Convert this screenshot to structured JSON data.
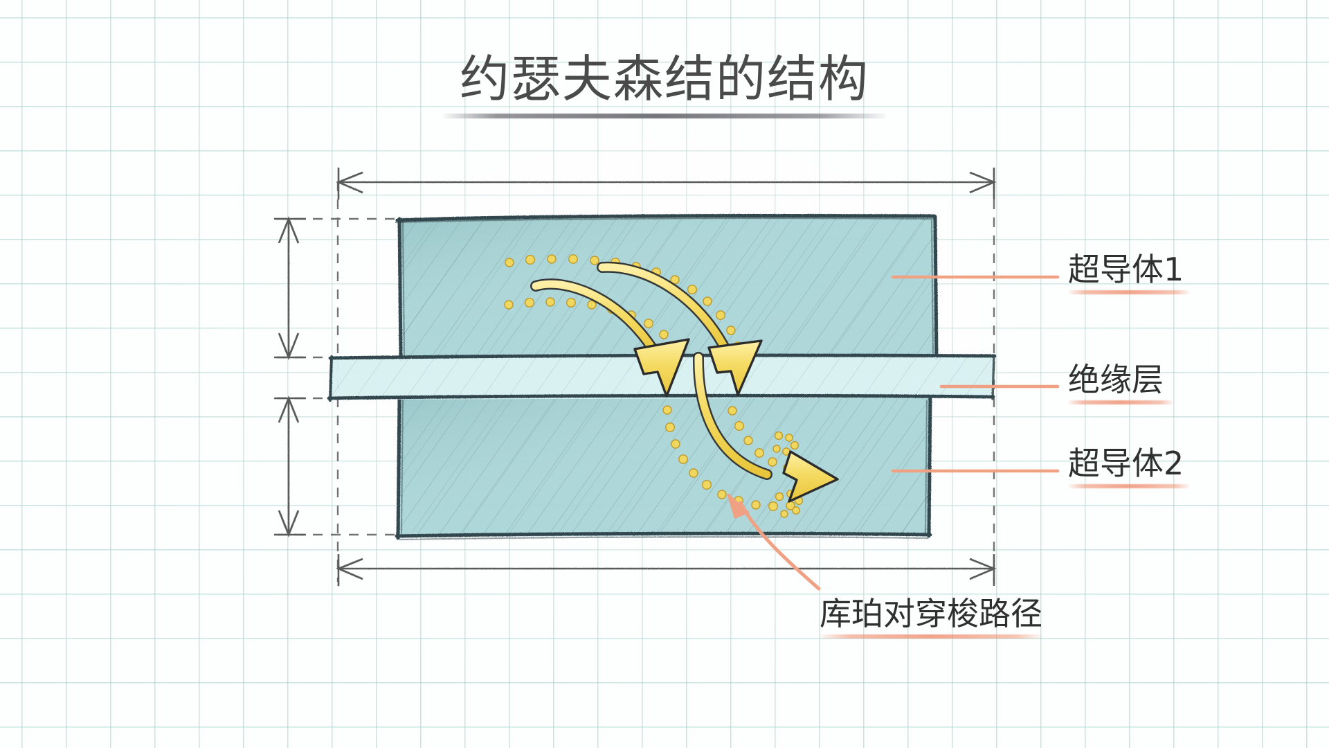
{
  "page": {
    "title": "约瑟夫森结的结构",
    "background_style": "graph-paper",
    "grid_color": "#a0cec4",
    "paper_color": "#fdfefe"
  },
  "palette": {
    "sketch_ink": "#3c4a4e",
    "superconductor_fill": "#a8d4d6",
    "insulator_fill": "#d4eef0",
    "cooper_pair_gold": "#f0d24b",
    "cooper_pair_gold_dark": "#c9a227",
    "callout_orange": "#f0a183",
    "title_gray": "#4a4a4a",
    "dimension_gray": "#5a5a5a"
  },
  "diagram": {
    "type": "technical-sketch",
    "subject": "Josephson junction cross-section",
    "layers": [
      {
        "id": "superconductor-1",
        "label": "超导体1",
        "role": "upper superconducting electrode",
        "fill": "#a8d4d6",
        "hatched": true
      },
      {
        "id": "insulator",
        "label": "绝缘层",
        "role": "thin insulating barrier",
        "fill": "#d4eef0",
        "hatched": true
      },
      {
        "id": "superconductor-2",
        "label": "超导体2",
        "role": "lower superconducting electrode",
        "fill": "#a8d4d6",
        "hatched": true
      }
    ],
    "annotations": [
      {
        "id": "cooper-pair-path",
        "label": "库珀对穿梭路径",
        "role": "Cooper pair tunnelling path",
        "arrow_color": "#f0a183"
      }
    ],
    "dimension_lines": [
      {
        "id": "overall-width-top",
        "orientation": "horizontal",
        "value": ""
      },
      {
        "id": "overall-width-bottom",
        "orientation": "horizontal",
        "value": ""
      },
      {
        "id": "sc1-thickness",
        "orientation": "vertical",
        "value": ""
      },
      {
        "id": "sc2-thickness",
        "orientation": "vertical",
        "value": ""
      }
    ],
    "flow_arrows": [
      {
        "id": "tunnel-arrow-a",
        "direction": "down-through-barrier",
        "color": "#f0d24b"
      },
      {
        "id": "tunnel-arrow-b",
        "direction": "down-through-barrier",
        "color": "#f0d24b"
      },
      {
        "id": "tunnel-arrow-c",
        "direction": "right-into-sc2",
        "color": "#f0d24b"
      }
    ]
  },
  "labels": {
    "superconductor_1": "超导体1",
    "insulator": "绝缘层",
    "superconductor_2": "超导体2",
    "cooper_pair_path": "库珀对穿梭路径"
  }
}
